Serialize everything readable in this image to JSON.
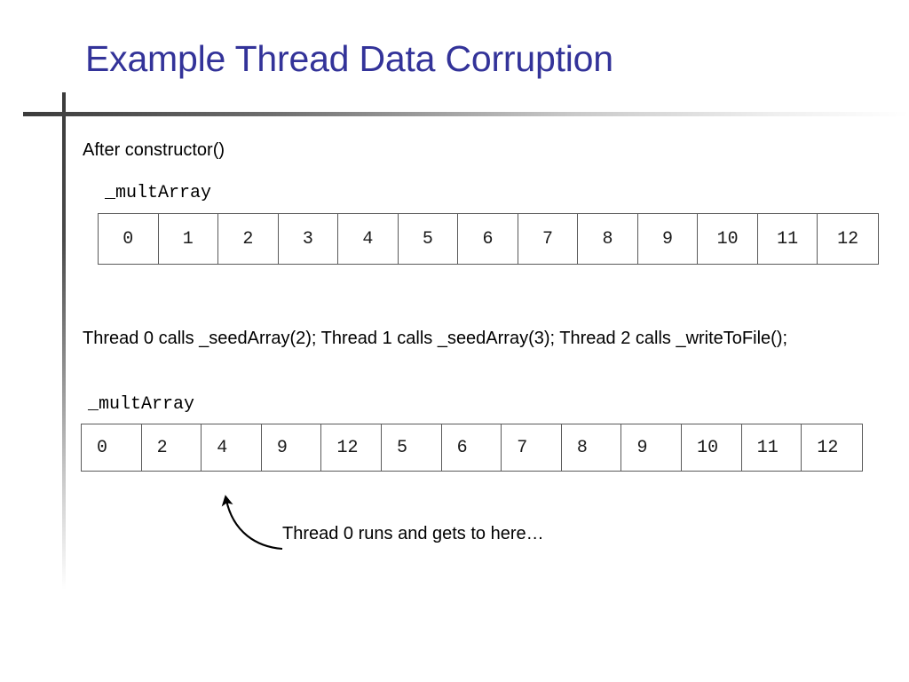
{
  "slide": {
    "title": "Example Thread Data Corruption",
    "title_color": "#333399",
    "background_color": "#ffffff"
  },
  "content": {
    "caption_after": "After constructor()",
    "caption_threads": "Thread 0 calls _seedArray(2); Thread 1 calls _seedArray(3); Thread 2 calls _writeToFile();",
    "annotation_note": "Thread 0 runs and gets to here…"
  },
  "arrays": [
    {
      "label": "_multArray",
      "values": [
        "0",
        "1",
        "2",
        "3",
        "4",
        "5",
        "6",
        "7",
        "8",
        "9",
        "10",
        "11",
        "12"
      ]
    },
    {
      "label": "_multArray",
      "values": [
        "0",
        "2",
        "4",
        "9",
        "12",
        "5",
        "6",
        "7",
        "8",
        "9",
        "10",
        "11",
        "12"
      ]
    }
  ]
}
